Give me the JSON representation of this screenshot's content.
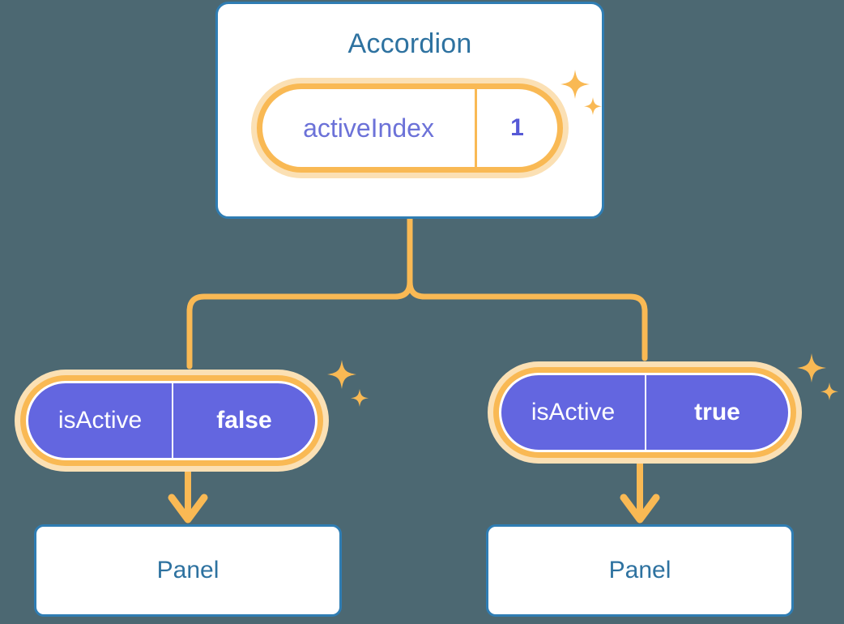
{
  "theme": {
    "background": "#4c6872",
    "card_border": "#2f7db3",
    "card_fill": "#ffffff",
    "title_text": "#2e72a0",
    "accent_orange": "#f9b954",
    "accent_orange_pale": "#fbe0b4",
    "state_fill": "#6366e0",
    "state_text": "#ffffff",
    "prop_label": "#6c72d8",
    "prop_value": "#5659d6"
  },
  "diagram": {
    "root": {
      "title": "Accordion",
      "state_pill": {
        "key": "activeIndex",
        "value": "1",
        "sparkle_icon": "sparkle-icon"
      }
    },
    "branches": [
      {
        "state_pill": {
          "key": "isActive",
          "value": "false",
          "sparkle_icon": "sparkle-icon"
        },
        "arrow_icon": "arrow-down-icon",
        "child": {
          "title": "Panel"
        }
      },
      {
        "state_pill": {
          "key": "isActive",
          "value": "true",
          "sparkle_icon": "sparkle-icon"
        },
        "arrow_icon": "arrow-down-icon",
        "child": {
          "title": "Panel"
        }
      }
    ]
  }
}
